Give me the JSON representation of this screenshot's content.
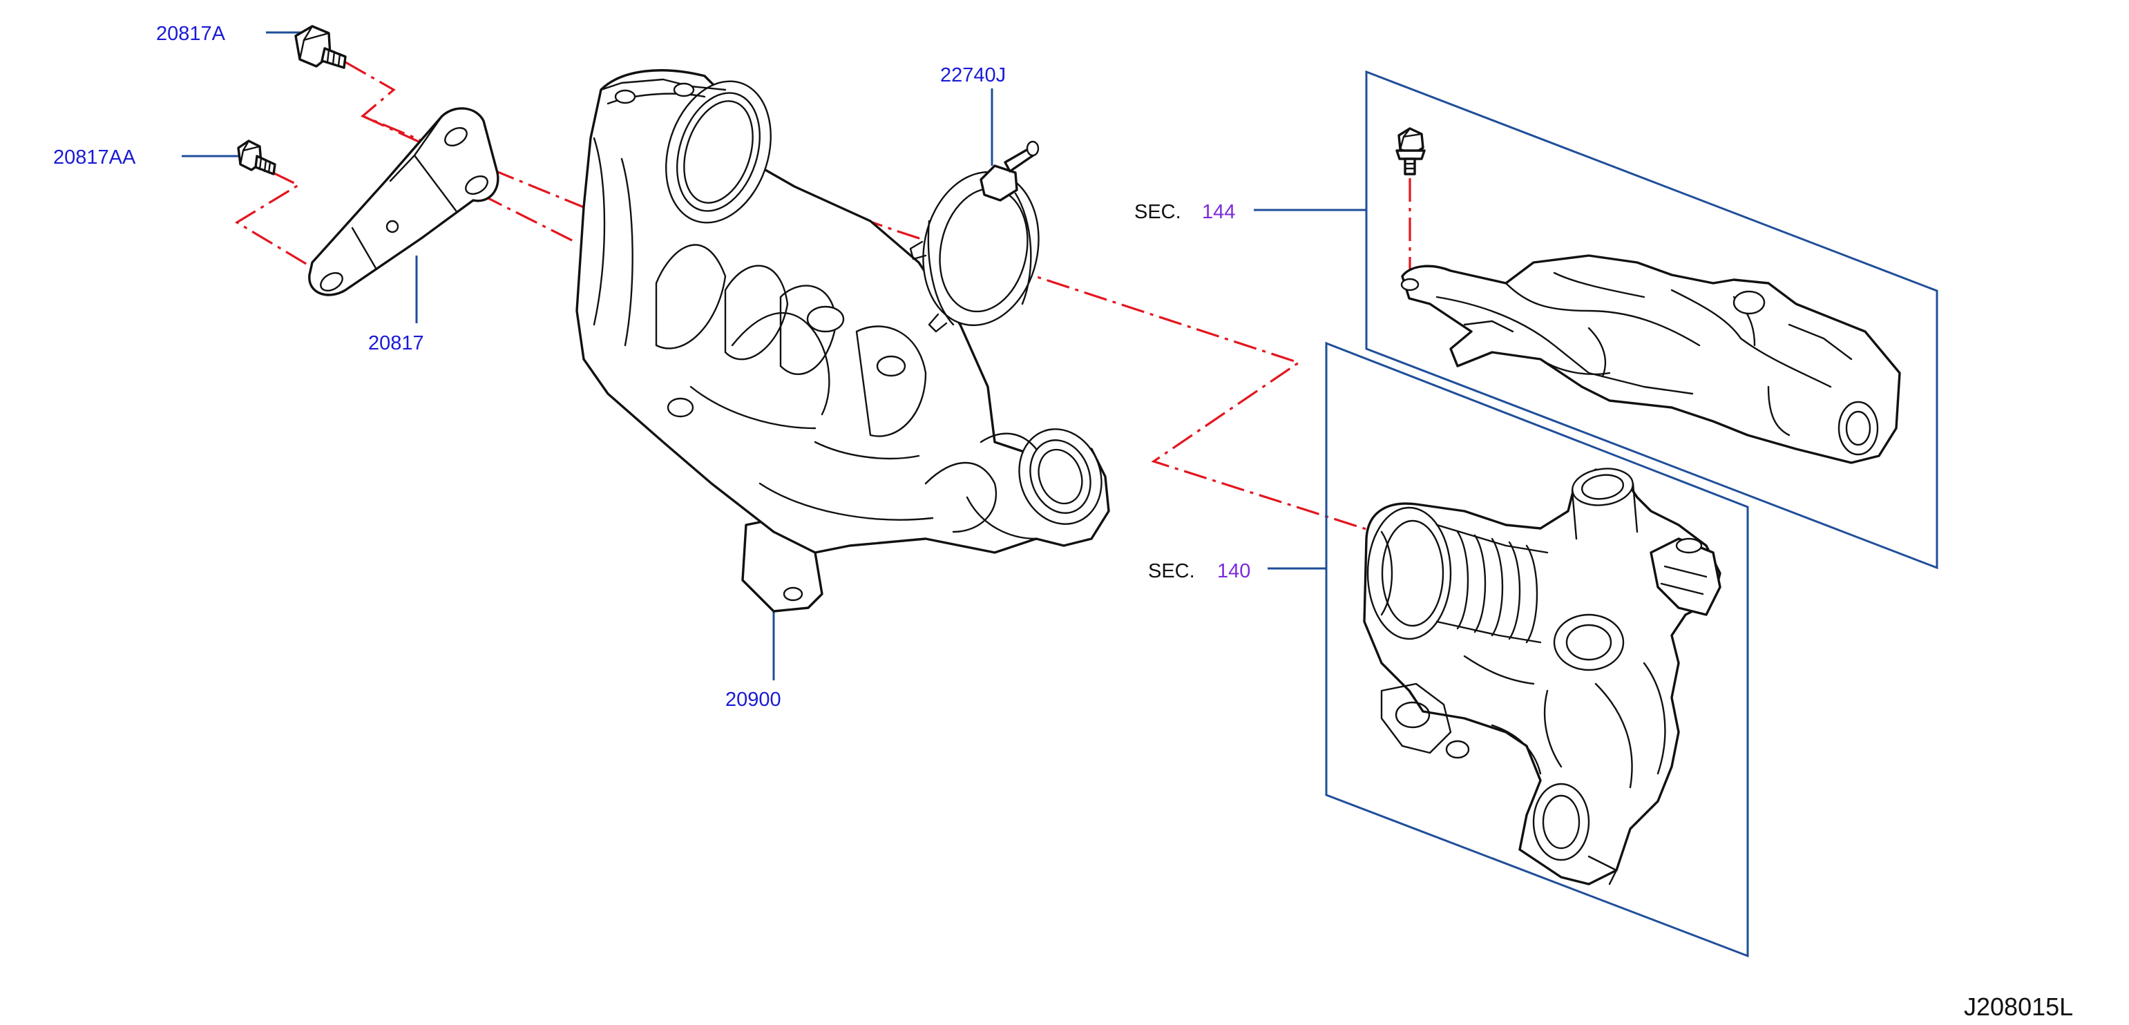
{
  "labels": {
    "bolt_top": "20817A",
    "bolt_small": "20817AA",
    "bracket": "20817",
    "catalyst": "20900",
    "clamp": "22740J",
    "sec_word": "SEC.",
    "sec_heat_shield": "144",
    "sec_turbo": "140",
    "diagram_id": "J208015L"
  },
  "colors": {
    "part_number": "#1a1ad6",
    "section_number": "#7a2bd9",
    "leader": "#1f4e9a",
    "assembly_line": "#e3161e",
    "outline": "#111111"
  },
  "icons": [
    "flange-bolt-icon",
    "small-bolt-icon",
    "mounting-bracket-icon",
    "catalytic-converter-icon",
    "band-clamp-icon",
    "heat-shield-icon",
    "turbocharger-icon"
  ]
}
